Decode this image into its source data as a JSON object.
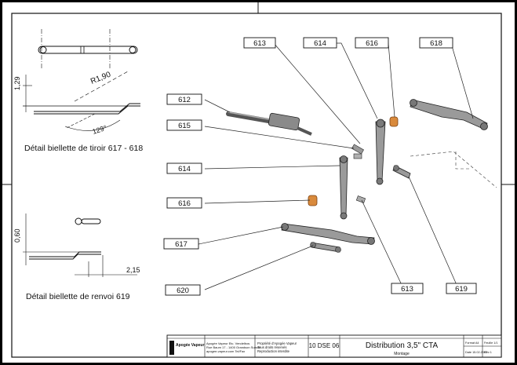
{
  "callouts": [
    {
      "id": "c613a",
      "label": "613"
    },
    {
      "id": "c614a",
      "label": "614"
    },
    {
      "id": "c616a",
      "label": "616"
    },
    {
      "id": "c618",
      "label": "618"
    },
    {
      "id": "c612",
      "label": "612"
    },
    {
      "id": "c615",
      "label": "615"
    },
    {
      "id": "c614b",
      "label": "614"
    },
    {
      "id": "c616b",
      "label": "616"
    },
    {
      "id": "c617",
      "label": "617"
    },
    {
      "id": "c620",
      "label": "620"
    },
    {
      "id": "c613b",
      "label": "613"
    },
    {
      "id": "c619",
      "label": "619"
    }
  ],
  "details": {
    "detail1": {
      "caption": "Détail biellette de tiroir 617 - 618",
      "dim_height": "1,29",
      "dim_radius": "R1,90",
      "dim_angle": "129°"
    },
    "detail2": {
      "caption": "Détail biellette de renvoi 619",
      "dim_height": "0,60",
      "dim_length": "2,15"
    }
  },
  "title_block": {
    "logo_text": "Apogée Vapeur",
    "company_lines": [
      "Apogée Vapeur Etc. Vendelbos",
      "Rue Baum 17 - 1400 Grandson Suisse",
      "apogee-vapeur.com  Tel/Fax"
    ],
    "property_lines": [
      "Propriété d'Apogée Vapeur",
      "Tous droits réservés",
      "Reproduction interdite"
    ],
    "drawing_number": "10 DSE 06",
    "title": "Distribution 3,5\" CTA",
    "subtitle": "Montage",
    "cells": [
      "Format A4",
      "Feuille 1/1",
      "Date 15.02.2007",
      "Rév 1"
    ]
  },
  "colors": {
    "line": "#111111",
    "part_fill": "#9a9a9a",
    "part_dark": "#4a4a4a",
    "bronze": "#d98a3c",
    "frame": "#000000"
  }
}
